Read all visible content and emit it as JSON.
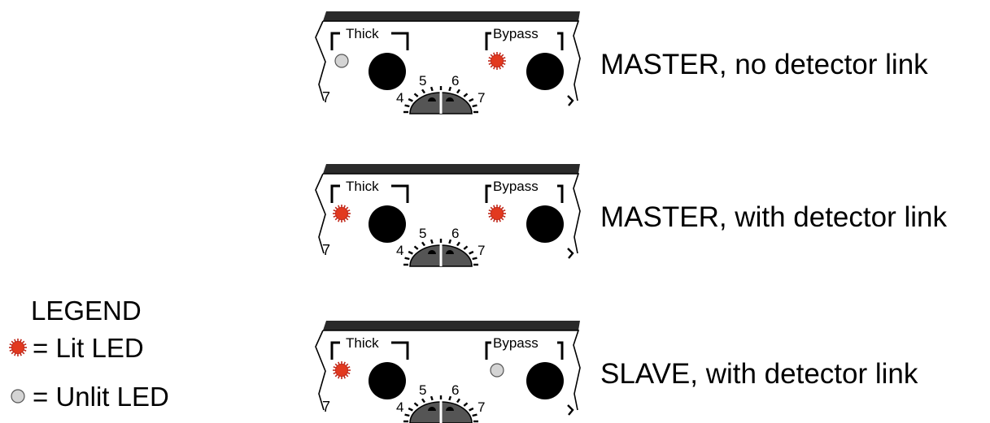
{
  "panels": [
    {
      "caption": "MASTER, no detector link",
      "thick_led": "unlit",
      "bypass_led": "lit"
    },
    {
      "caption": "MASTER, with detector link",
      "thick_led": "lit",
      "bypass_led": "lit"
    },
    {
      "caption": "SLAVE, with detector link",
      "thick_led": "lit",
      "bypass_led": "unlit"
    }
  ],
  "device_labels": {
    "thick": "Thick",
    "bypass": "Bypass",
    "left_edge_digit": "7",
    "dial_ticks": [
      "4",
      "5",
      "6",
      "7"
    ]
  },
  "legend": {
    "title": "LEGEND",
    "lit_label": "= Lit LED",
    "unlit_label": "= Unlit LED"
  },
  "colors": {
    "lit_led": "#e2391f",
    "lit_led_rays": "#c0281a",
    "unlit_led": "#d4d4d4",
    "knob": "#000000",
    "top_bar": "#2a2a2a",
    "dial": "#555555"
  }
}
